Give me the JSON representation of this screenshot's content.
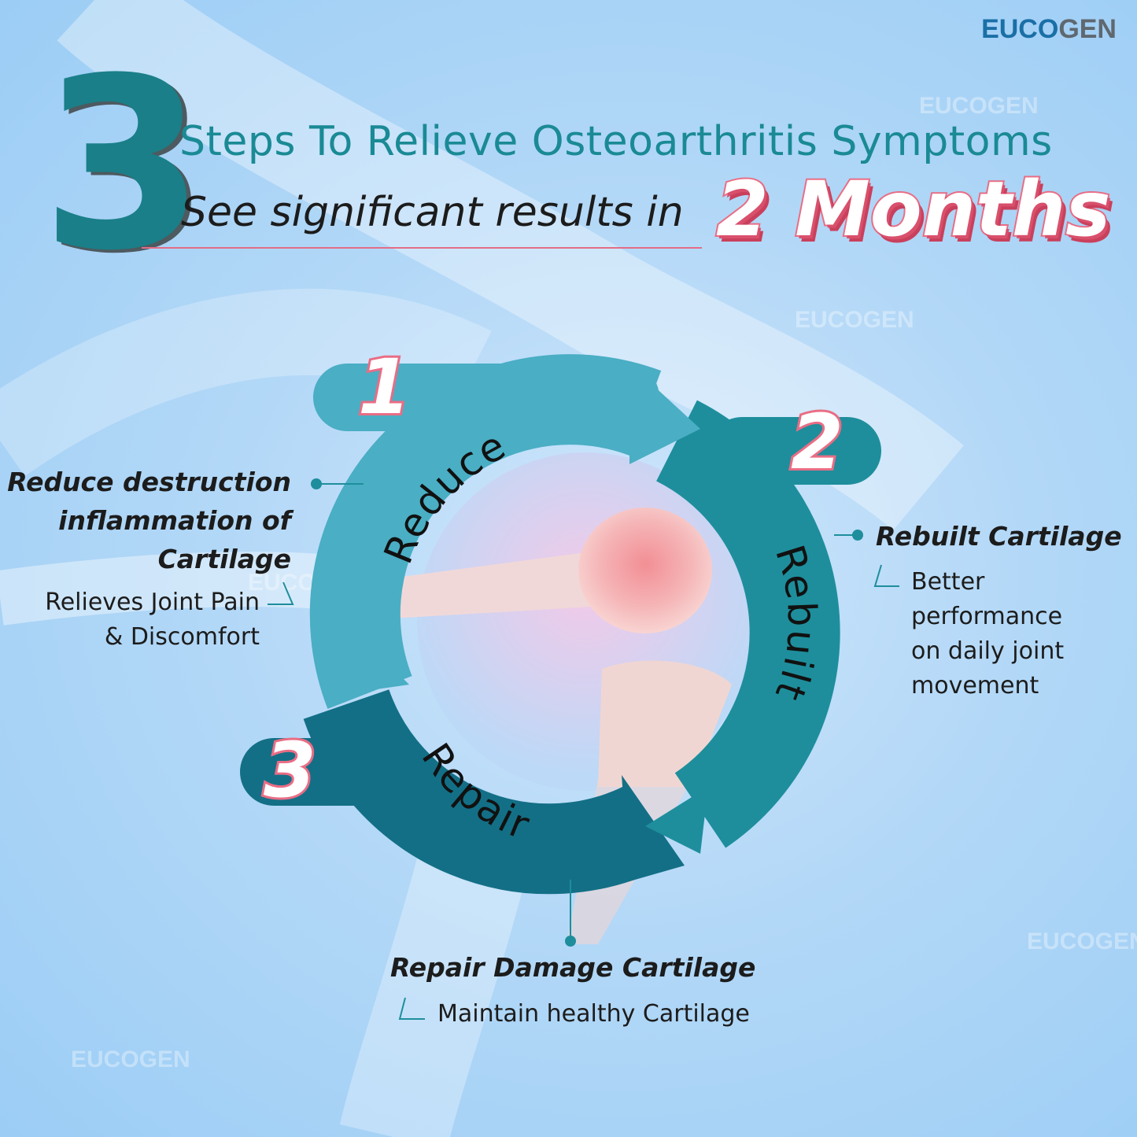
{
  "brand": {
    "logo_part1": "EUCO",
    "logo_part2": "GEN",
    "watermark": "EUCOGEN"
  },
  "header": {
    "big_number": "3",
    "title": "Steps To Relieve Osteoarthritis Symptoms",
    "subtitle": "See significant results in",
    "highlight": "2 Months"
  },
  "colors": {
    "step1": "#4aaec4",
    "step2": "#1e8e9c",
    "step3": "#136f86",
    "accent_pink": "#e96d85",
    "title_teal": "#1a8a95"
  },
  "steps": [
    {
      "number": "1",
      "name": "Reduce",
      "heading_lines": [
        "Reduce destruction",
        "inflammation of",
        "Cartilage"
      ],
      "detail_lines": [
        "Relieves Joint Pain",
        "& Discomfort"
      ]
    },
    {
      "number": "2",
      "name": "Rebuilt",
      "heading_lines": [
        "Rebuilt Cartilage"
      ],
      "detail_lines": [
        "Better",
        "performance",
        "on daily joint",
        "movement"
      ]
    },
    {
      "number": "3",
      "name": "Repair",
      "heading_lines": [
        "Repair Damage Cartilage"
      ],
      "detail_lines": [
        "Maintain healthy Cartilage"
      ]
    }
  ]
}
